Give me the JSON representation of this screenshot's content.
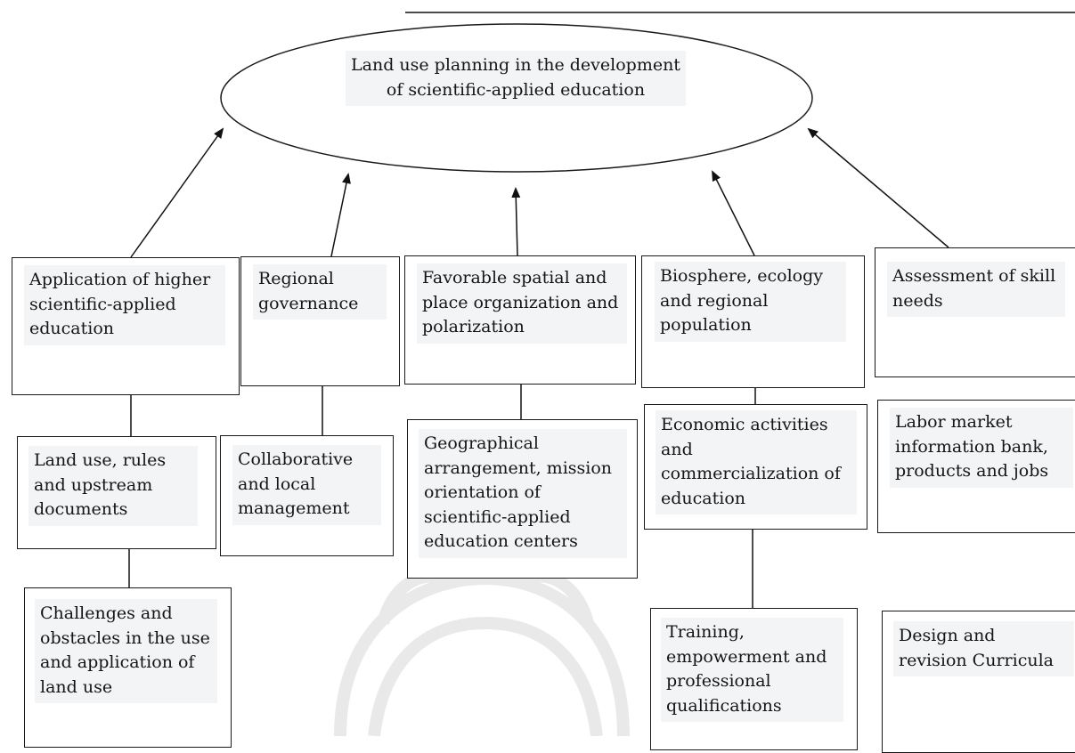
{
  "diagram": {
    "root": "Land use planning in the development of scientific-applied education",
    "factors": [
      "Application of higher scientific-applied education",
      "Regional governance",
      "Favorable spatial and place organization and polarization",
      "Biosphere, ecology and regional population",
      "Assessment of skill needs"
    ],
    "level2": [
      "Land use, rules and upstream documents",
      "Collaborative and local management",
      "Geographical arrangement, mission orientation of scientific-applied education centers",
      "Economic activities and commercialization of education",
      "Labor market information bank, products and jobs"
    ],
    "level3": [
      "Challenges and obstacles in the use and application of land use",
      "Training, empowerment and professional qualifications",
      "Design and revision Curricula"
    ]
  }
}
